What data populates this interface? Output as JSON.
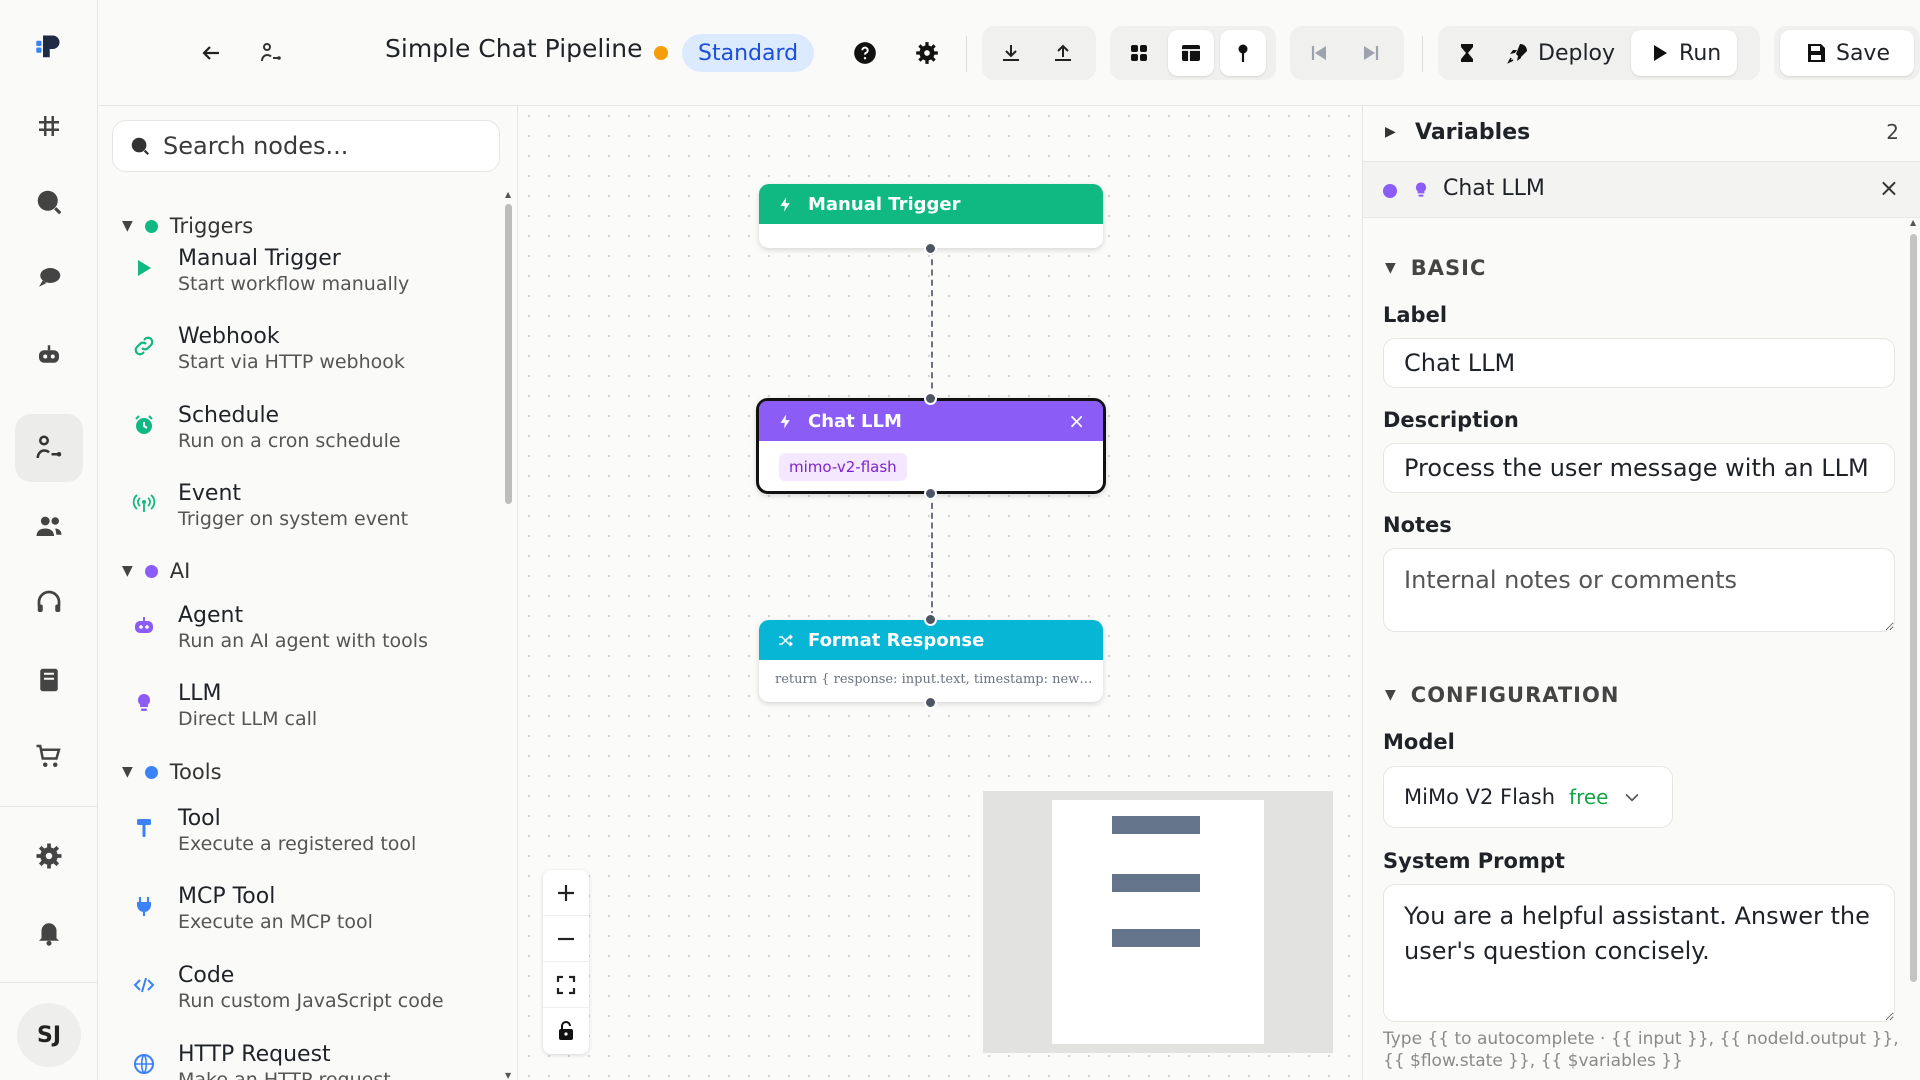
{
  "app": {
    "avatar_initials": "SJ"
  },
  "toolbar": {
    "title": "Simple Chat Pipeline",
    "mode_badge": "Standard",
    "deploy_label": "Deploy",
    "run_label": "Run",
    "save_label": "Save"
  },
  "node_panel": {
    "search_placeholder": "Search nodes...",
    "categories": [
      {
        "label": "Triggers",
        "color": "#10b981",
        "items": [
          {
            "title": "Manual Trigger",
            "desc": "Start workflow manually",
            "icon": "play-icon"
          },
          {
            "title": "Webhook",
            "desc": "Start via HTTP webhook",
            "icon": "link-icon"
          },
          {
            "title": "Schedule",
            "desc": "Run on a cron schedule",
            "icon": "clock-icon"
          },
          {
            "title": "Event",
            "desc": "Trigger on system event",
            "icon": "antenna-icon"
          }
        ]
      },
      {
        "label": "AI",
        "color": "#8b5cf6",
        "items": [
          {
            "title": "Agent",
            "desc": "Run an AI agent with tools",
            "icon": "robot-icon"
          },
          {
            "title": "LLM",
            "desc": "Direct LLM call",
            "icon": "lightbulb-icon"
          }
        ]
      },
      {
        "label": "Tools",
        "color": "#3b82f6",
        "items": [
          {
            "title": "Tool",
            "desc": "Execute a registered tool",
            "icon": "hammer-icon"
          },
          {
            "title": "MCP Tool",
            "desc": "Execute an MCP tool",
            "icon": "plug-icon"
          },
          {
            "title": "Code",
            "desc": "Run custom JavaScript code",
            "icon": "code-icon"
          },
          {
            "title": "HTTP Request",
            "desc": "Make an HTTP request",
            "icon": "globe-icon"
          }
        ]
      }
    ]
  },
  "canvas": {
    "nodes": [
      {
        "id": "manual-trigger",
        "title": "Manual Trigger",
        "color": "#10b981"
      },
      {
        "id": "chat-llm",
        "title": "Chat LLM",
        "color": "#8b5cf6",
        "tag": "mimo-v2-flash"
      },
      {
        "id": "format-response",
        "title": "Format Response",
        "color": "#06b6d4",
        "code": "return { response: input.text, timestamp: new Date().toISOString() }"
      }
    ]
  },
  "inspector": {
    "variables_title": "Variables",
    "variables_count": "2",
    "selected_title": "Chat LLM",
    "basic_section": "BASIC",
    "label_label": "Label",
    "label_value": "Chat LLM",
    "description_label": "Description",
    "description_value": "Process the user message with an LLM",
    "notes_label": "Notes",
    "notes_placeholder": "Internal notes or comments",
    "config_section": "CONFIGURATION",
    "model_label": "Model",
    "model_value": "MiMo V2 Flash",
    "model_badge": "free",
    "system_prompt_label": "System Prompt",
    "system_prompt_value": "You are a helpful assistant. Answer the user's question concisely.",
    "hint": "Type {{ to autocomplete · {{ input }}, {{ nodeId.output }}, {{ $flow.state }}, {{ $variables }}"
  }
}
